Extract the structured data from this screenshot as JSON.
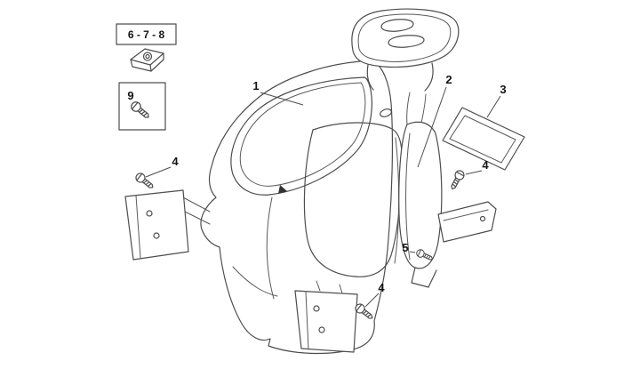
{
  "diagram": {
    "colors": {
      "line": "#4d4d4d",
      "label": "#141414",
      "background": "#ffffff"
    },
    "callouts": {
      "part1": "1",
      "part2": "2",
      "part3": "3",
      "part4_left": "4",
      "part4_right": "4",
      "part4_bottom": "4",
      "part5": "5",
      "part9": "9",
      "part678": "6 - 7 - 8"
    }
  }
}
